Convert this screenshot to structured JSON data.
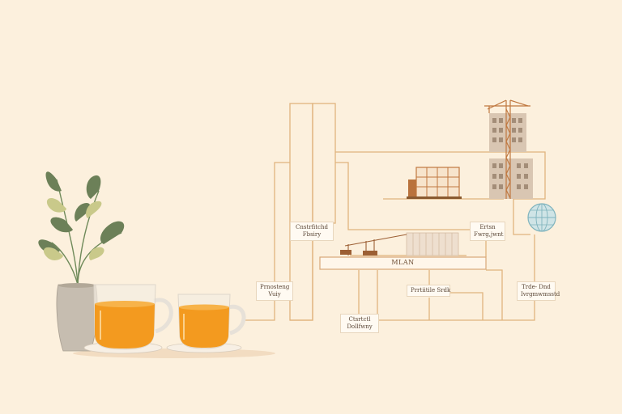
{
  "diagram": {
    "main_bar_label": "MLAN",
    "nodes": [
      {
        "id": "top-center",
        "lines": [
          "Cnstrfitchd",
          "Fbsiry"
        ]
      },
      {
        "id": "top-right",
        "lines": [
          "Ertsn",
          "Fwrg,jwnt"
        ]
      },
      {
        "id": "left",
        "lines": [
          "Prnosteng",
          "Vuiy"
        ]
      },
      {
        "id": "center",
        "lines": [
          "Prrtiitile Srdk"
        ]
      },
      {
        "id": "bottom",
        "lines": [
          "Ctsrtctl",
          "Dollfwny"
        ]
      },
      {
        "id": "right",
        "lines": [
          "Trde- Dnd",
          "Ivrgmwmsstd"
        ]
      }
    ]
  },
  "colors": {
    "background": "#fcf0dd",
    "connector": "#e0b47e",
    "tea": "#f39a1f",
    "leaf": "#6f8a5a",
    "building": "#d9c2aa",
    "crane": "#c07840",
    "globe": "#7fb3bd"
  },
  "icons": [
    "potted-plant-icon",
    "teacup-icon",
    "building-icon",
    "crane-icon",
    "shipping-container-icon",
    "globe-icon"
  ]
}
